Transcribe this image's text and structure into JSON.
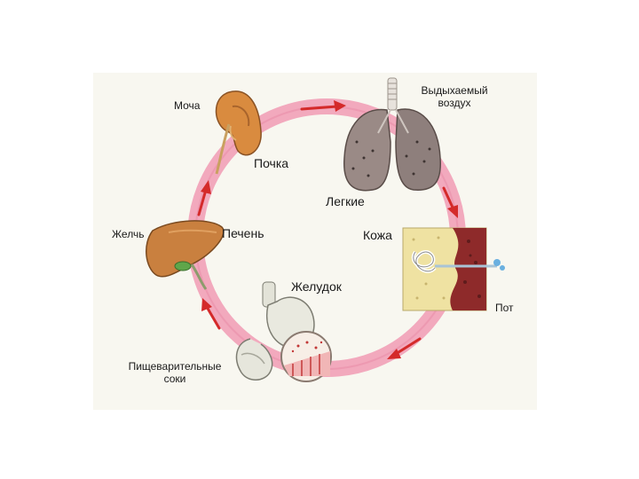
{
  "diagram": {
    "labels": {
      "urine": "Моча",
      "kidney": "Почка",
      "exhaled_air_line1": "Выдыхаемый",
      "exhaled_air_line2": "воздух",
      "lungs": "Легкие",
      "skin": "Кожа",
      "sweat": "Пот",
      "stomach": "Желудок",
      "digestive_juices_line1": "Пищеварительные",
      "digestive_juices_line2": "соки",
      "bile": "Желчь",
      "liver": "Печень"
    },
    "colors": {
      "ring": "#f2a9bd",
      "arrow": "#d42a2a",
      "organ": "#c9803f",
      "lung": "#9a8a86",
      "skin_bg": "#efe2a2",
      "skin_tissue": "#8e2a2a",
      "background_tint": "#f8f7f0"
    }
  }
}
